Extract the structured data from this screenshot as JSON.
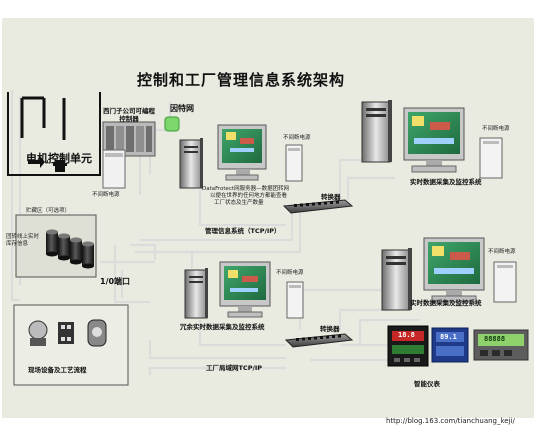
{
  "title": "控制和工厂管理信息系统架构",
  "internet_label": "因特网",
  "plc_label": "西门子公司可编程控制器",
  "motor_label": "电机控制单元",
  "ups_label": "不间断电源",
  "tank_title": "贮藏区（可选项）",
  "tank_note": "团转线上实时库存信息",
  "io_label": "1/0端口",
  "field_label": "现场设备及工艺流程",
  "server_note": [
    "DataFrotect网服务器—数据团转网",
    "以便在世界的任何地方都能查看",
    "工厂状态及生产数量"
  ],
  "mis_label": "管理信息系统（TCP/IP）",
  "switch_label": "转换器",
  "rt_label": "实时数据采集及监控系统",
  "redundant_label": "冗余实时数据采集及监控系统",
  "lan_label": "工厂局域网TCP/IP",
  "instrument_label": "智能仪表",
  "meter_readings": [
    "18.8",
    "89.1",
    "88888"
  ],
  "watermark": "http://blog.163.com/tianchuang_keji/",
  "colors": {
    "background": "#e9ebe1",
    "line": "#dcdcdc",
    "border": "#3a3a3a",
    "monitor_green": "#2e8b57",
    "internet_green": "#7cd66a",
    "console_blue": "#1e3a88"
  }
}
